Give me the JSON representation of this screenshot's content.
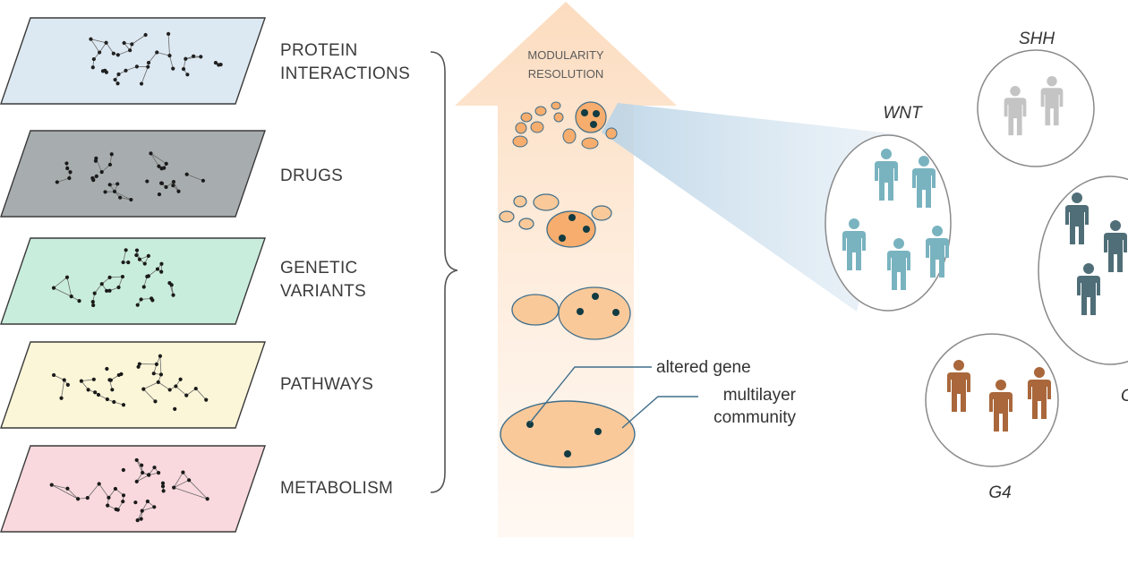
{
  "layers": [
    {
      "lines": [
        "PROTEIN",
        "INTERACTIONS"
      ],
      "fill": "#dde9f2",
      "dot": "#202020"
    },
    {
      "lines": [
        "DRUGS"
      ],
      "fill": "#a7adae",
      "dot": "#1a1a1a"
    },
    {
      "lines": [
        "GENETIC",
        "VARIANTS"
      ],
      "fill": "#c9eddc",
      "dot": "#1a1a1a"
    },
    {
      "lines": [
        "PATHWAYS"
      ],
      "fill": "#fbf6d8",
      "dot": "#1a1a1a"
    },
    {
      "lines": [
        "METABOLISM"
      ],
      "fill": "#f9d9de",
      "dot": "#1a1a1a"
    }
  ],
  "arrow": {
    "lines": [
      "MODULARITY",
      "RESOLUTION"
    ],
    "color": "#fce4cc"
  },
  "community_colors": {
    "fill": "#f6ad6d",
    "light_fill": "#f9c99a",
    "stroke": "#3f6e8a",
    "gene": "#123b42"
  },
  "callout": {
    "gene_label": "altered gene",
    "community_lines": [
      "multilayer",
      "community"
    ]
  },
  "groups": [
    {
      "name": "WNT",
      "color": "#79b3c0"
    },
    {
      "name": "SHH",
      "color": "#c4c4c4"
    },
    {
      "name": "",
      "color": "#4f6e78"
    },
    {
      "name": "G4",
      "color": "#a9673b"
    }
  ],
  "partial_label_text": "G"
}
